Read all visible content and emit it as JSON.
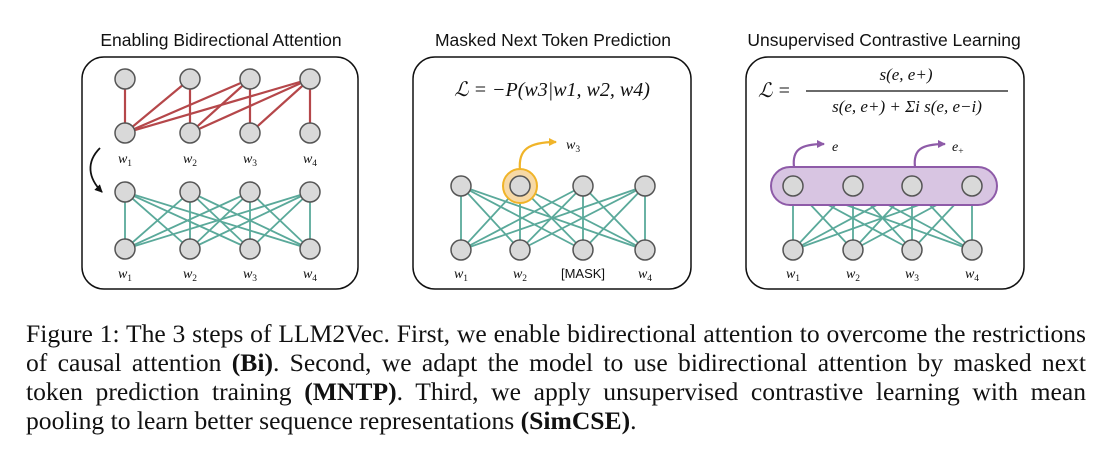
{
  "panels": [
    {
      "title": "Enabling Bidirectional Attention",
      "top_labels": [
        "w1",
        "w2",
        "w3",
        "w4"
      ],
      "bottom_labels": [
        "w1",
        "w2",
        "w3",
        "w4"
      ]
    },
    {
      "title": "Masked Next Token Prediction",
      "equation": "ℒ = −P(w3|w1, w2, w4)",
      "output_label": "w3",
      "bottom_labels": [
        "w1",
        "w2",
        "[MASK]",
        "w4"
      ]
    },
    {
      "title": "Unsupervised Contrastive Learning",
      "equation_lhs": "ℒ =",
      "equation_numerator": "s(e, e+)",
      "equation_denominator": "s(e, e+) + Σi s(e, e−i)",
      "output_labels": [
        "e",
        "e+"
      ],
      "bottom_labels": [
        "w1",
        "w2",
        "w3",
        "w4"
      ]
    }
  ],
  "colors": {
    "causal_edges": "#b5474a",
    "bidirectional_edges": "#5aa99a",
    "node_fill": "#d9d9d9",
    "node_stroke": "#555555",
    "highlight": "#f0b429",
    "pooling_fill": "#d8c5e2",
    "pooling_stroke": "#8e5ba8",
    "arrow_purple": "#8e5ba8"
  },
  "caption": {
    "label": "Figure 1:",
    "part1": "The 3 steps of LLM2Vec. First, we enable bidirectional attention to overcome the restrictions of causal attention",
    "bi": "(Bi)",
    "part2": ". Second, we adapt the model to use bidirectional attention by masked next token prediction training",
    "mntp": "(MNTP)",
    "part3": ". Third, we apply unsupervised contrastive learning with mean pooling to learn better sequence representations",
    "simcse": "(SimCSE)",
    "part4": "."
  }
}
